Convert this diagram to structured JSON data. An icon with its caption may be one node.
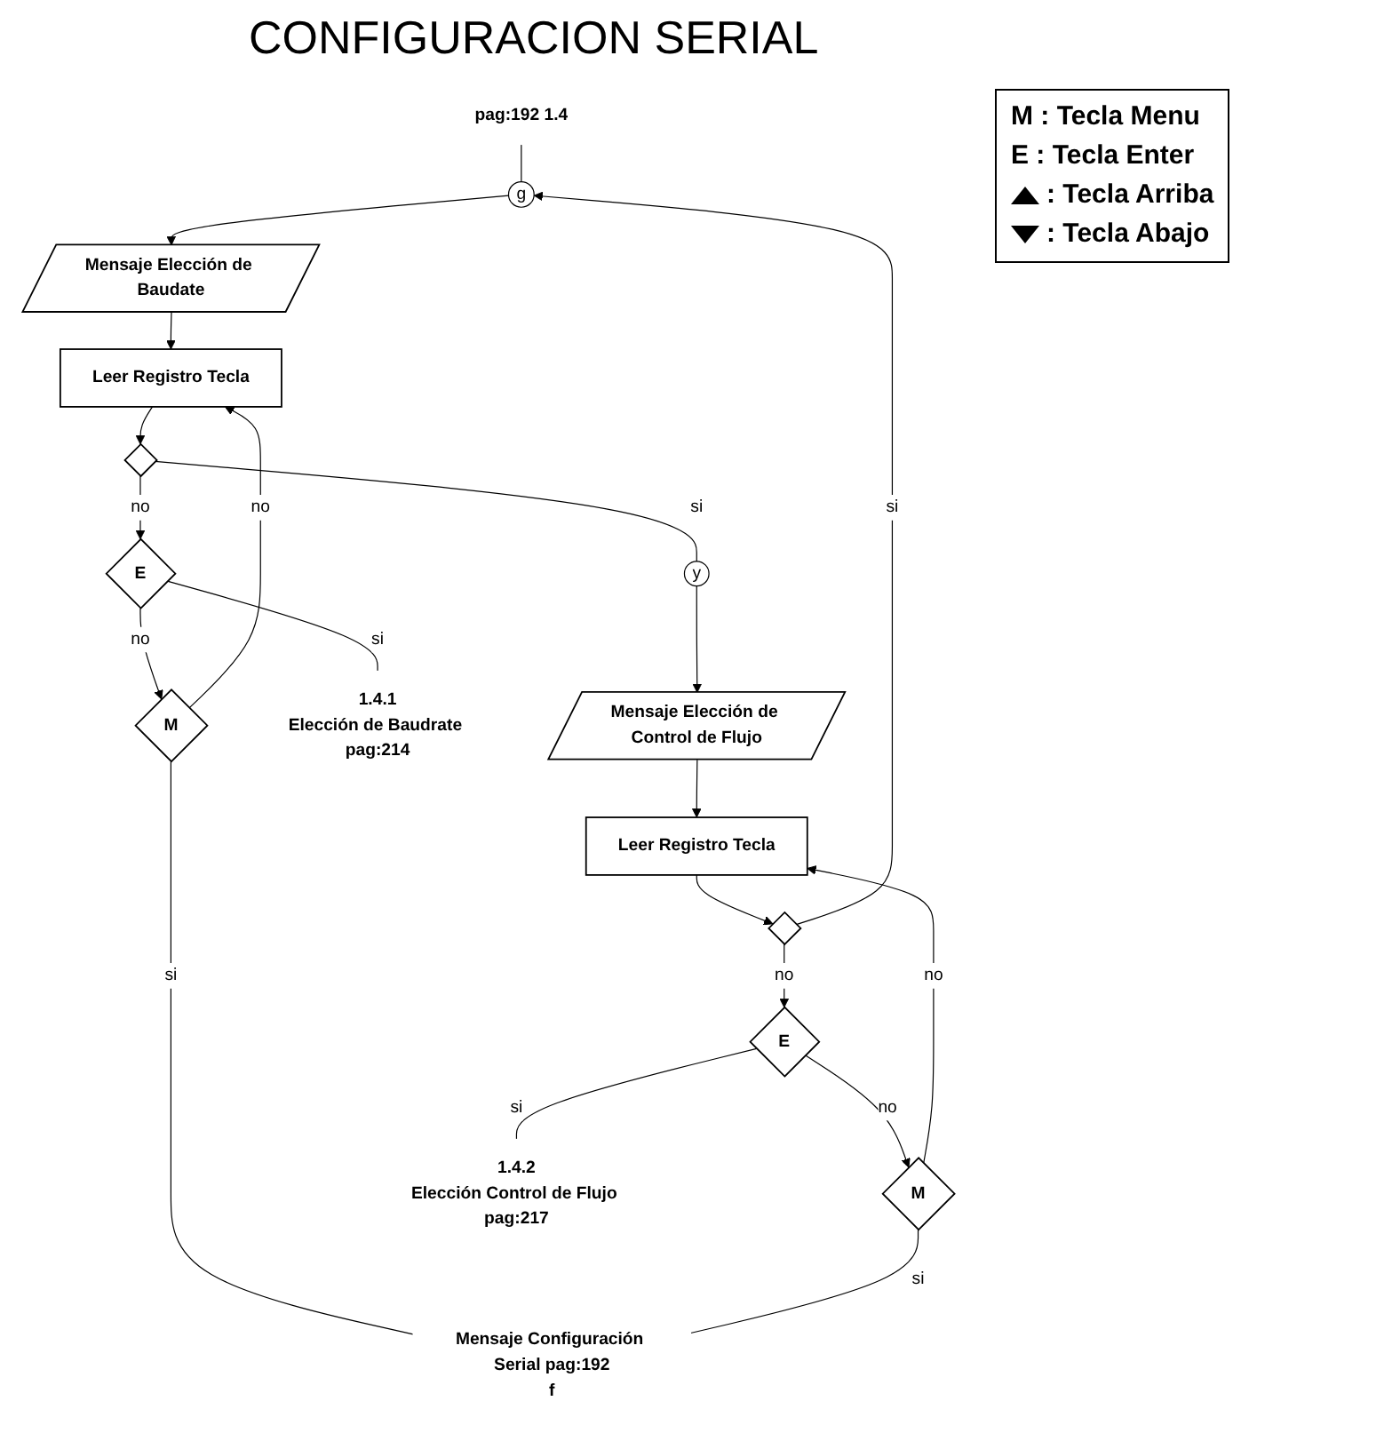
{
  "diagram": {
    "title": "CONFIGURACION SERIAL",
    "nodes": [
      {
        "text": [
          "pag:192 1.4"
        ]
      },
      {
        "text": [
          "g"
        ]
      },
      {
        "text": [
          "Mensaje Elección de Baudate"
        ]
      },
      {
        "text": [
          "Leer Registro Tecla"
        ]
      },
      {
        "text": [],
        "shape": "diamond"
      },
      {
        "text": [
          "E"
        ]
      },
      {
        "text": [
          "M"
        ]
      },
      {
        "text": [
          "1.4.1",
          "Elección de Baudrate pag:214"
        ]
      },
      {
        "text": [
          "Mensaje Configuración Serial pag:192",
          "f"
        ]
      },
      {
        "text": [
          "y"
        ]
      },
      {
        "text": [
          "Mensaje Elección de Control de Flujo"
        ]
      },
      {
        "text": [
          "Leer Registro Tecla"
        ]
      },
      {
        "text": [],
        "shape": "diamond"
      },
      {
        "text": [
          "E"
        ]
      },
      {
        "text": [
          "M"
        ]
      },
      {
        "text": [
          "1.4.2",
          "Elección Control de Flujo pag:217"
        ]
      }
    ],
    "edges": [
      {
        "from": 0,
        "to": 1,
        "arrow": "none"
      },
      {
        "from": 1,
        "to": 2,
        "arrow": "to"
      },
      {
        "from": 2,
        "to": 3,
        "arrow": "to"
      },
      {
        "from": 3,
        "to": 4,
        "arrow": "to"
      },
      {
        "from": 4,
        "to": 5,
        "label": "no",
        "arrow": "to"
      },
      {
        "from": 5,
        "to": 6,
        "label": "no",
        "arrow": "to"
      },
      {
        "from": 6,
        "to": 3,
        "label": "no",
        "arrow": "to"
      },
      {
        "from": 5,
        "to": 7,
        "label": "si",
        "arrow": "none"
      },
      {
        "from": 6,
        "to": 8,
        "label": "si",
        "arrow": "none"
      },
      {
        "from": 4,
        "to": 9,
        "label": "si",
        "arrow": "none"
      },
      {
        "from": 9,
        "to": 10,
        "arrow": "to"
      },
      {
        "from": 10,
        "to": 11,
        "arrow": "to"
      },
      {
        "from": 11,
        "to": 12,
        "arrow": "to"
      },
      {
        "from": 12,
        "to": 13,
        "label": "no",
        "arrow": "to"
      },
      {
        "from": 13,
        "to": 14,
        "label": "no",
        "arrow": "to"
      },
      {
        "from": 14,
        "to": 11,
        "label": "no",
        "arrow": "to"
      },
      {
        "from": 13,
        "to": 15,
        "label": "si",
        "arrow": "none"
      },
      {
        "from": 14,
        "to": 8,
        "label": "si",
        "arrow": "none"
      },
      {
        "from": 12,
        "to": 1,
        "label": "si",
        "arrow": "to"
      }
    ],
    "legend": [
      {
        "text": "M : Tecla Menu"
      },
      {
        "text": "E : Tecla Enter"
      },
      {
        "text": ": Tecla Arriba"
      },
      {
        "text": ": Tecla Abajo"
      }
    ]
  }
}
